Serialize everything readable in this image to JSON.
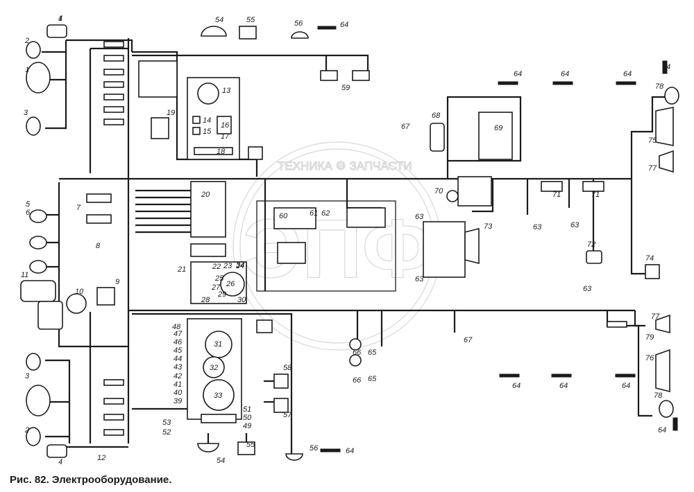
{
  "caption": "Рис. 82. Электрооборудование.",
  "watermark": {
    "text": "ТЕХНИКА ⚙ ЗАПЧАСТИ",
    "logo": "ЭПФ"
  },
  "labels": [
    "1",
    "1",
    "2",
    "2",
    "3",
    "3",
    "4",
    "4",
    "5",
    "6",
    "7",
    "8",
    "9",
    "10",
    "11",
    "12",
    "13",
    "14",
    "15",
    "16",
    "17",
    "18",
    "19",
    "20",
    "21",
    "22",
    "23",
    "24",
    "25",
    "26",
    "27",
    "28",
    "29",
    "30",
    "31",
    "32",
    "33",
    "34",
    "39",
    "40",
    "41",
    "42",
    "43",
    "44",
    "45",
    "46",
    "47",
    "48",
    "49",
    "50",
    "51",
    "52",
    "53",
    "54",
    "54",
    "55",
    "55",
    "56",
    "56",
    "57",
    "58",
    "59",
    "60",
    "61",
    "62",
    "63",
    "63",
    "63",
    "63",
    "63",
    "64",
    "64",
    "64",
    "64",
    "64",
    "64",
    "64",
    "64",
    "64",
    "64",
    "65",
    "65",
    "66",
    "66",
    "67",
    "67",
    "68",
    "69",
    "70",
    "71",
    "71",
    "72",
    "73",
    "74",
    "75",
    "76",
    "77",
    "77",
    "78",
    "78",
    "79"
  ]
}
